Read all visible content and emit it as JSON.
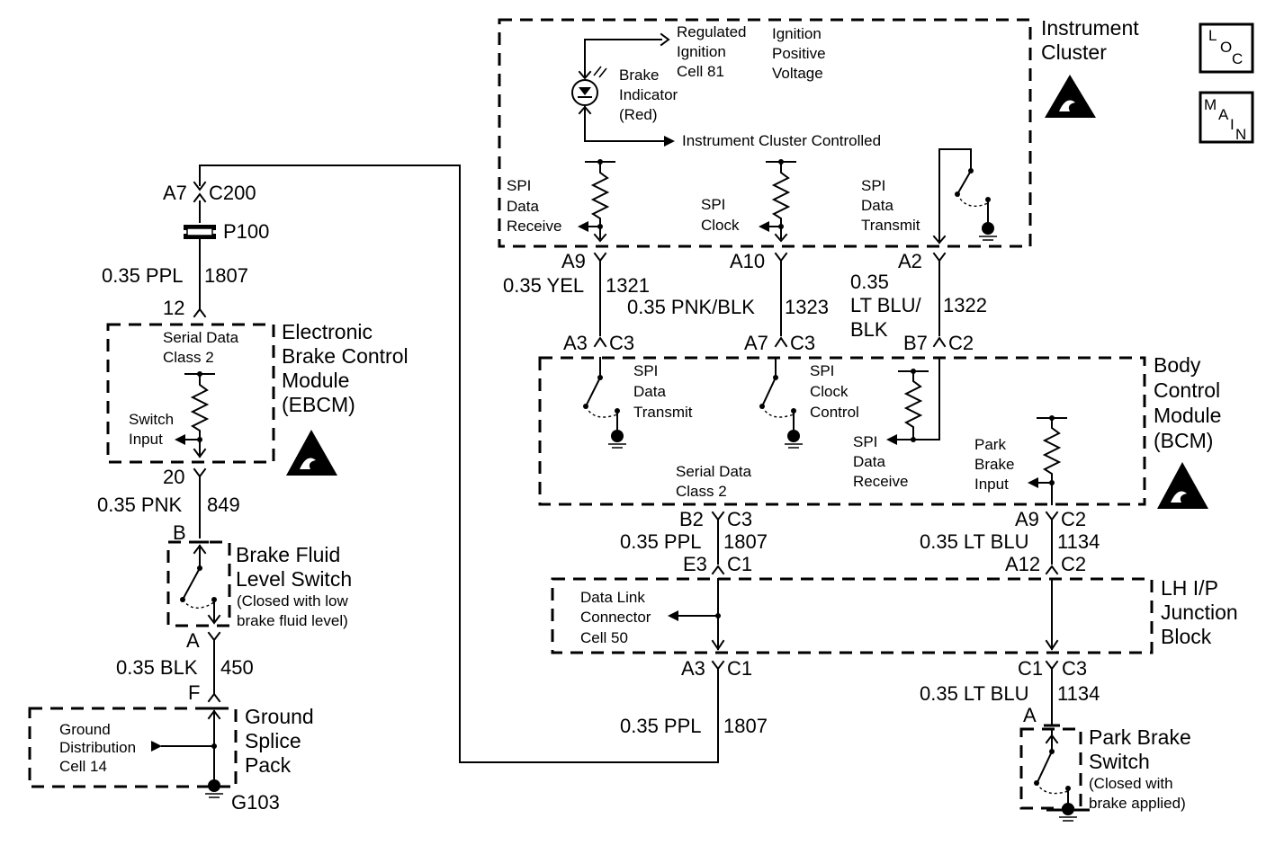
{
  "modules": {
    "instrument_cluster": {
      "line1": "Instrument",
      "line2": "Cluster"
    },
    "ebcm": {
      "line1": "Electronic",
      "line2": "Brake Control",
      "line3": "Module",
      "line4": "(EBCM)"
    },
    "bcm": {
      "line1": "Body",
      "line2": "Control",
      "line3": "Module",
      "line4": "(BCM)"
    },
    "junction_block": {
      "line1": "LH I/P",
      "line2": "Junction",
      "line3": "Block"
    },
    "ground_splice": {
      "line1": "Ground",
      "line2": "Splice",
      "line3": "Pack"
    },
    "brake_fluid_switch": {
      "line1": "Brake Fluid",
      "line2": "Level Switch",
      "line3": "(Closed with low",
      "line4": "brake fluid level)"
    },
    "park_brake_switch": {
      "line1": "Park Brake",
      "line2": "Switch",
      "line3": "(Closed with",
      "line4": "brake applied)"
    }
  },
  "cluster_internal": {
    "regulated": [
      "Regulated",
      "Ignition",
      "Cell 81"
    ],
    "ignition_positive": [
      "Ignition",
      "Positive",
      "Voltage"
    ],
    "brake_indicator": [
      "Brake",
      "Indicator",
      "(Red)"
    ],
    "cluster_controlled": "Instrument Cluster Controlled",
    "spi_receive": [
      "SPI",
      "Data",
      "Receive"
    ],
    "spi_clock": [
      "SPI",
      "Clock"
    ],
    "spi_transmit": [
      "SPI",
      "Data",
      "Transmit"
    ]
  },
  "bcm_internal": {
    "spi_transmit": [
      "SPI",
      "Data",
      "Transmit"
    ],
    "spi_clock_control": [
      "SPI",
      "Clock",
      "Control"
    ],
    "spi_receive": [
      "SPI",
      "Data",
      "Receive"
    ],
    "park_brake_input": [
      "Park",
      "Brake",
      "Input"
    ],
    "serial_data": [
      "Serial Data",
      "Class 2"
    ]
  },
  "ebcm_internal": {
    "serial_data": [
      "Serial Data",
      "Class 2"
    ],
    "switch_input": [
      "Switch",
      "Input"
    ]
  },
  "junction_internal": {
    "dlc": [
      "Data Link",
      "Connector",
      "Cell 50"
    ]
  },
  "ground_internal": {
    "distribution": [
      "Ground",
      "Distribution",
      "Cell 14"
    ],
    "ground_id": "G103"
  },
  "connectors": {
    "a7_c200": {
      "pin": "A7",
      "conn": "C200"
    },
    "p100": "P100",
    "ebcm_12": "12",
    "ebcm_20": "20",
    "bfl_b": "B",
    "bfl_a": "A",
    "gnd_f": "F",
    "ic_a9": "A9",
    "ic_a10": "A10",
    "ic_a2": "A2",
    "bcm_a3": {
      "pin": "A3",
      "conn": "C3"
    },
    "bcm_a7": {
      "pin": "A7",
      "conn": "C3"
    },
    "bcm_b7": {
      "pin": "B7",
      "conn": "C2"
    },
    "bcm_b2": {
      "pin": "B2",
      "conn": "C3"
    },
    "bcm_a9": {
      "pin": "A9",
      "conn": "C2"
    },
    "jb_e3": {
      "pin": "E3",
      "conn": "C1"
    },
    "jb_a12": {
      "pin": "A12",
      "conn": "C2"
    },
    "jb_a3": {
      "pin": "A3",
      "conn": "C1"
    },
    "jb_c1": {
      "pin": "C1",
      "conn": "C3"
    },
    "pbs_a": "A"
  },
  "wires": {
    "w1807_top": {
      "gauge": "0.35 PPL",
      "circuit": "1807"
    },
    "w849": {
      "gauge": "0.35 PNK",
      "circuit": "849"
    },
    "w450": {
      "gauge": "0.35 BLK",
      "circuit": "450"
    },
    "w1321": {
      "gauge": "0.35 YEL",
      "circuit": "1321"
    },
    "w1323": {
      "gauge": "0.35 PNK/BLK",
      "circuit": "1323"
    },
    "w1322": {
      "gauge": [
        "0.35",
        "LT BLU/",
        "BLK"
      ],
      "circuit": "1322"
    },
    "w1807_mid": {
      "gauge": "0.35 PPL",
      "circuit": "1807"
    },
    "w1134_mid": {
      "gauge": "0.35 LT BLU",
      "circuit": "1134"
    },
    "w1134_low": {
      "gauge": "0.35 LT BLU",
      "circuit": "1134"
    },
    "w1807_low": {
      "gauge": "0.35 PPL",
      "circuit": "1807"
    }
  },
  "nav": {
    "loc": [
      "L",
      "O",
      "C"
    ],
    "main": [
      "M",
      "A",
      "I",
      "N"
    ]
  }
}
